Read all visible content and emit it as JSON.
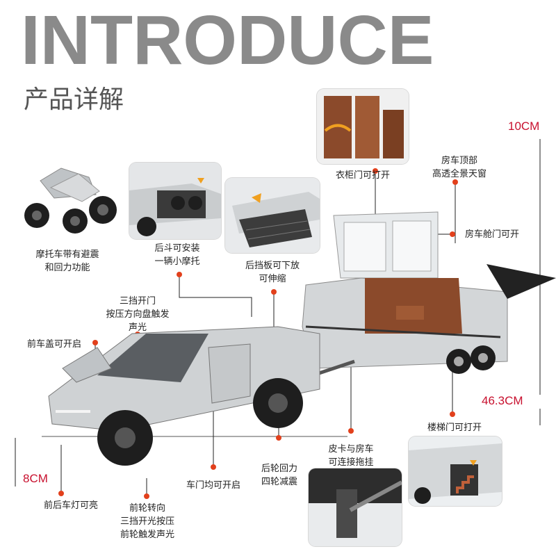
{
  "header": {
    "title": "INTRODUCE",
    "subtitle": "产品详解"
  },
  "dimensions": {
    "height": "10CM",
    "length": "46.3CM",
    "width": "8CM"
  },
  "callouts": {
    "atv": [
      "摩托车带有避震",
      "和回力功能"
    ],
    "bed": [
      "后斗可安装",
      "一辆小摩托"
    ],
    "tailgate": [
      "后挡板可下放",
      "可伸缩"
    ],
    "wardrobe": [
      "衣柜门可打开"
    ],
    "skylight": [
      "房车顶部",
      "高透全景天窗"
    ],
    "cabin": [
      "房车舱门可开"
    ],
    "three_door": [
      "三挡开门",
      "按压方向盘触发",
      "声光"
    ],
    "hood": [
      "前车盖可开启"
    ],
    "stairs": [
      "楼梯门可打开"
    ],
    "hitch": [
      "皮卡与房车",
      "可连接拖挂"
    ],
    "rear_wheel": [
      "后轮回力",
      "四轮减震"
    ],
    "doors": [
      "车门均可开启"
    ],
    "lights": [
      "前后车灯可亮"
    ],
    "front_wheel": [
      "前轮转向",
      "三挡开光按压",
      "前轮触发声光"
    ]
  },
  "colors": {
    "accent": "#c8102e",
    "heading": "#8a8a8a",
    "body_silver": "#cfd2d4",
    "interior_brown": "#8b4a2b",
    "tire": "#1e1e1e"
  }
}
